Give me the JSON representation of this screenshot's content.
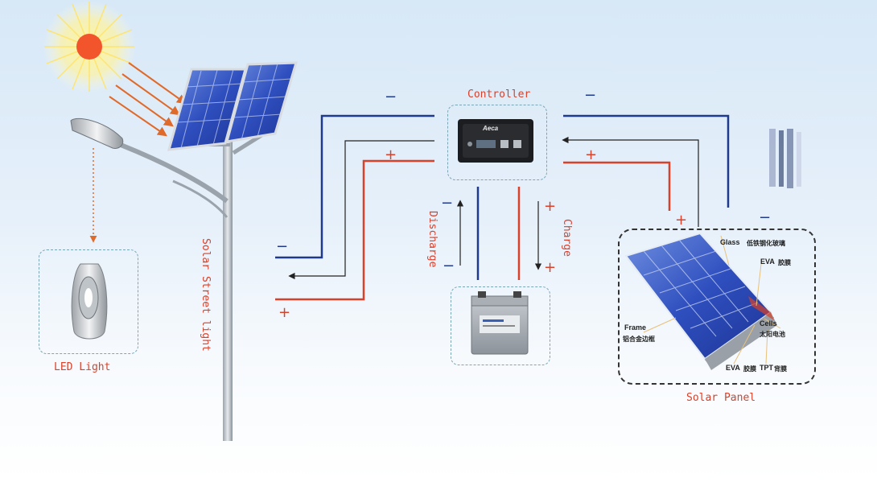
{
  "labels": {
    "controller": "Controller",
    "led_light": "LED Light",
    "solar_street_light": "Solar Street light",
    "discharge": "Discharge",
    "charge": "Charge",
    "solar_panel": "Solar Panel"
  },
  "panel_callouts": {
    "glass": "Glass",
    "glass_cn": "低铁钢化玻璃",
    "eva_top": "EVA",
    "eva_top_cn": "胶膜",
    "cells": "Cells",
    "cells_cn": "太阳电池",
    "frame": "Frame",
    "frame_cn": "铝合金边框",
    "eva_bottom": "EVA",
    "eva_bottom_cn": "胶膜",
    "tpt": "TPT",
    "tpt_cn": "背膜"
  },
  "signs": {
    "minus": "−",
    "plus": "+"
  },
  "device_text": {
    "controller_brand": "Aeca"
  },
  "colors": {
    "positive_wire": "#d9412b",
    "negative_wire": "#1f3a8a",
    "signal_wire": "#222222",
    "label_red": "#d9412b"
  }
}
